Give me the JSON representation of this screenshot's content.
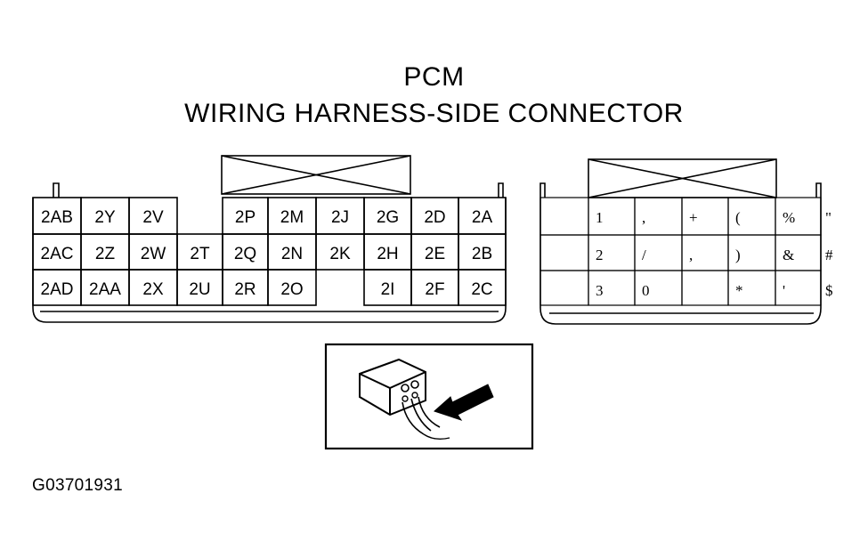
{
  "title": {
    "line1": "PCM",
    "line2": "WIRING HARNESS-SIDE CONNECTOR"
  },
  "left_connector": {
    "rows": [
      [
        "2AB",
        "2Y",
        "2V",
        "",
        "2P",
        "2M",
        "2J",
        "2G",
        "2D",
        "2A"
      ],
      [
        "2AC",
        "2Z",
        "2W",
        "2T",
        "2Q",
        "2N",
        "2K",
        "2H",
        "2E",
        "2B"
      ],
      [
        "2AD",
        "2AA",
        "2X",
        "2U",
        "2R",
        "2O",
        "",
        "2I",
        "2F",
        "2C"
      ]
    ]
  },
  "right_connector": {
    "rows": [
      [
        "",
        "1",
        ",",
        "+",
        "(",
        "%",
        "\""
      ],
      [
        "",
        "2",
        "/",
        ",",
        ")",
        "&",
        "#"
      ],
      [
        "",
        "3",
        "0",
        "",
        "*",
        "'",
        "$"
      ]
    ]
  },
  "figure_id": "G03701931"
}
